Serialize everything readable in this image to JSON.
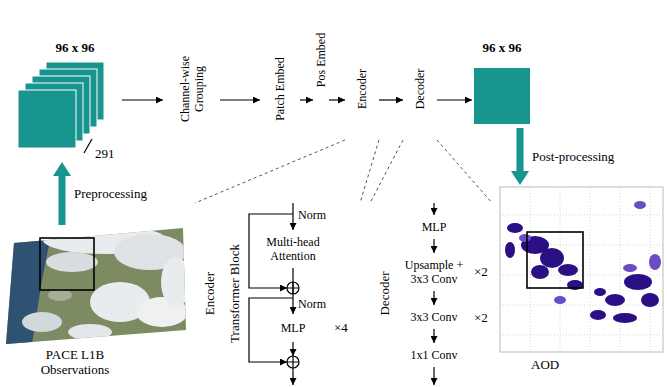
{
  "diagram": {
    "nodes": [
      {
        "text": [
          "96 x 96",
          "291"
        ]
      },
      {
        "text": [
          "Channel-wise Grouping"
        ]
      },
      {
        "text": [
          "Patch Embed"
        ]
      },
      {
        "text": [
          "Pos Embed"
        ]
      },
      {
        "text": [
          "Encoder"
        ]
      },
      {
        "text": [
          "Decoder"
        ]
      },
      {
        "text": [
          "96 x 96"
        ]
      },
      {
        "text": [
          "PACE L1B Observations"
        ]
      },
      {
        "text": [
          "Encoder"
        ]
      },
      {
        "text": [
          "Transformer Block"
        ],
        "in": 8
      },
      {
        "text": [
          "Multi-head Attention"
        ],
        "in": 9
      },
      {
        "text": [
          "MLP"
        ],
        "in": 9
      },
      {
        "text": [
          "Decoder"
        ]
      },
      {
        "text": [
          "MLP"
        ],
        "in": 12
      },
      {
        "text": [
          "Upsample + 3x3 Conv"
        ],
        "in": 12
      },
      {
        "text": [
          "3x3 Conv"
        ],
        "in": 12
      },
      {
        "text": [
          "1x1 Conv"
        ],
        "in": 12
      },
      {
        "text": [
          "AOD"
        ]
      }
    ],
    "edges": [
      {
        "from": 7,
        "to": 0,
        "arrow": "to",
        "label": "Preprocessing"
      },
      {
        "from": 0,
        "to": 1,
        "arrow": "to"
      },
      {
        "from": 1,
        "to": 2,
        "arrow": "to"
      },
      {
        "from": 2,
        "to": 3,
        "arrow": "to"
      },
      {
        "from": 3,
        "to": 4,
        "arrow": "to"
      },
      {
        "from": 4,
        "to": 5,
        "arrow": "to"
      },
      {
        "from": 5,
        "to": 6,
        "arrow": "to"
      },
      {
        "from": 6,
        "to": 17,
        "arrow": "to",
        "label": "Post-processing"
      },
      {
        "from": 10,
        "to": 11,
        "arrow": "to"
      },
      {
        "from": 13,
        "to": 14,
        "arrow": "to"
      },
      {
        "from": 14,
        "to": 15,
        "arrow": "to"
      },
      {
        "from": 15,
        "to": 16,
        "arrow": "to"
      }
    ],
    "labels": [
      "Norm",
      "Norm",
      "×4",
      "×2",
      "×2"
    ]
  }
}
